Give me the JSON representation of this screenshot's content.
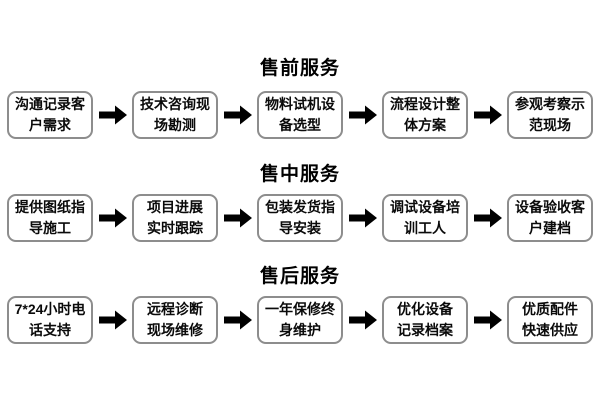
{
  "diagram": {
    "type": "flowchart",
    "background": "#ffffff",
    "box_border_color": "#8d8d8d",
    "text_color": "#000000",
    "arrow_color": "#000000",
    "arrow_icon": "block-arrow-right"
  },
  "sections": [
    {
      "title": "售前服务",
      "steps": [
        {
          "line1": "沟通记录客",
          "line2": "户需求"
        },
        {
          "line1": "技术咨询现",
          "line2": "场勘测"
        },
        {
          "line1": "物料试机设",
          "line2": "备选型"
        },
        {
          "line1": "流程设计整",
          "line2": "体方案"
        },
        {
          "line1": "参观考察示",
          "line2": "范现场"
        }
      ]
    },
    {
      "title": "售中服务",
      "steps": [
        {
          "line1": "提供图纸指",
          "line2": "导施工"
        },
        {
          "line1": "项目进展",
          "line2": "实时跟踪"
        },
        {
          "line1": "包装发货指",
          "line2": "导安装"
        },
        {
          "line1": "调试设备培",
          "line2": "训工人"
        },
        {
          "line1": "设备验收客",
          "line2": "户建档"
        }
      ]
    },
    {
      "title": "售后服务",
      "steps": [
        {
          "line1": "7*24小时电",
          "line2": "话支持"
        },
        {
          "line1": "远程诊断",
          "line2": "现场维修"
        },
        {
          "line1": "一年保修终",
          "line2": "身维护"
        },
        {
          "line1": "优化设备",
          "line2": "记录档案"
        },
        {
          "line1": "优质配件",
          "line2": "快速供应"
        }
      ]
    }
  ]
}
